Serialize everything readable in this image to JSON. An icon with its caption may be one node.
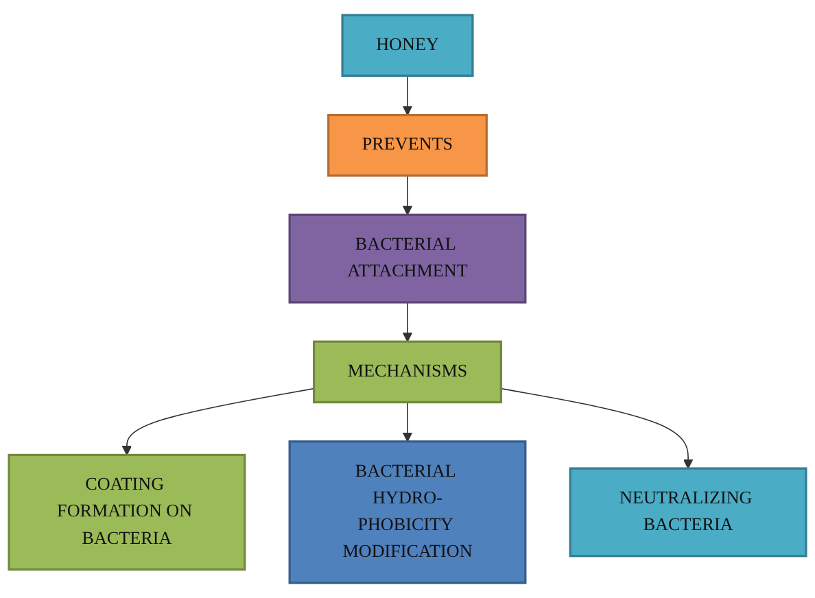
{
  "diagram": {
    "nodes": [
      {
        "text": [
          "HONEY"
        ]
      },
      {
        "text": [
          "PREVENTS"
        ]
      },
      {
        "text": [
          "BACTERIAL ATTACHMENT"
        ]
      },
      {
        "text": [
          "MECHANISMS"
        ]
      },
      {
        "text": [
          "COATING FORMATION ON BACTERIA"
        ]
      },
      {
        "text": [
          "BACTERIAL HYDRO-PHOBICITY MODIFICATION"
        ]
      },
      {
        "text": [
          "NEUTRALIZING BACTERIA"
        ]
      }
    ],
    "edges": [
      {
        "from": 0,
        "to": 1,
        "arrow": "to"
      },
      {
        "from": 1,
        "to": 2,
        "arrow": "to"
      },
      {
        "from": 2,
        "to": 3,
        "arrow": "to"
      },
      {
        "from": 3,
        "to": 4,
        "arrow": "to"
      },
      {
        "from": 3,
        "to": 5,
        "arrow": "to"
      },
      {
        "from": 3,
        "to": 6,
        "arrow": "to"
      }
    ]
  }
}
